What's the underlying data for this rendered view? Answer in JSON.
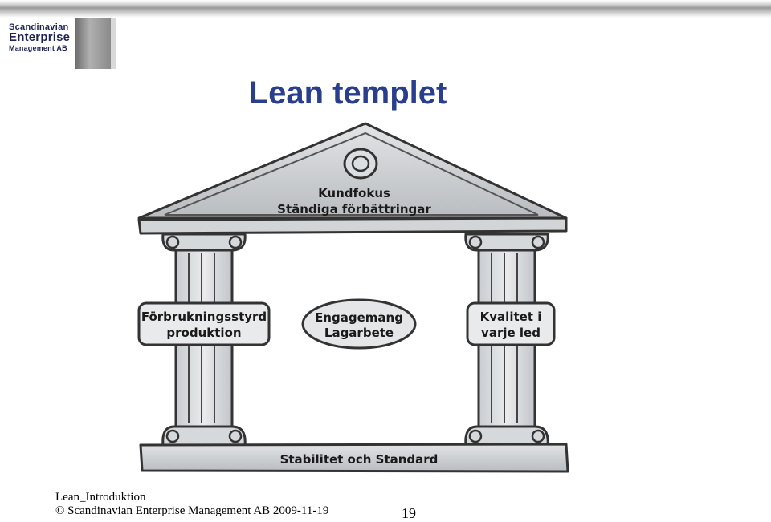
{
  "logo": {
    "line1": "Scandinavian",
    "line2": "Enterprise",
    "line3": "Management AB"
  },
  "title": "Lean templet",
  "diagram": {
    "roof_line1": "Kundfokus",
    "roof_line2": "Ständiga förbättringar",
    "left_pillar_line1": "Förbrukningsstyrd",
    "left_pillar_line2": "produktion",
    "center_line1": "Engagemang",
    "center_line2": "Lagarbete",
    "right_pillar_line1": "Kvalitet i",
    "right_pillar_line2": "varje led",
    "base": "Stabilitet och Standard"
  },
  "footer": {
    "line1": "Lean_Introduktion",
    "line2": "© Scandinavian Enterprise Management AB  2009-11-19",
    "page": "19"
  }
}
